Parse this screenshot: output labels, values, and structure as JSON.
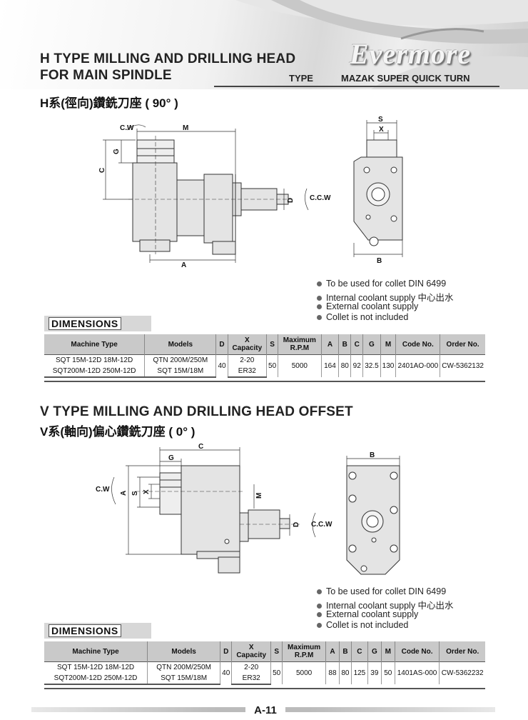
{
  "header": {
    "title_line1": "H TYPE MILLING AND DRILLING HEAD",
    "title_line2": "FOR MAIN SPINDLE",
    "logo": "Evermore",
    "type_label": "TYPE",
    "type_value": "MAZAK SUPER QUICK TURN"
  },
  "h_section": {
    "cn_title": "H系(徑向)鑽銑刀座 ( 90° )",
    "drawing_labels": {
      "cw": "C.W",
      "m": "M",
      "g": "G",
      "c": "C",
      "d": "D",
      "ccw": "C.C.W",
      "a": "A",
      "s": "S",
      "x": "X",
      "b": "B"
    },
    "notes": [
      "To be used for collet DIN 6499",
      "Internal coolant supply 中心出水",
      "External coolant supply",
      "Collet is not included"
    ],
    "dimensions_label": "DIMENSIONS",
    "table": {
      "headers": [
        "Machine Type",
        "Models",
        "D",
        "X\nCapacity",
        "S",
        "Maximum\nR.P.M",
        "A",
        "B",
        "C",
        "G",
        "M",
        "Code No.",
        "Order No."
      ],
      "machine_types": [
        "SQT 15M-12D  18M-12D",
        "SQT200M-12D  250M-12D"
      ],
      "models": [
        "QTN 200M/250M",
        "SQT 15M/18M"
      ],
      "capacity": [
        "2-20",
        "ER32"
      ],
      "d": "40",
      "s": "50",
      "rpm": "5000",
      "a": "164",
      "b": "80",
      "c": "92",
      "g": "32.5",
      "m": "130",
      "code": "2401AO-000",
      "order": "CW-5362132"
    }
  },
  "v_section": {
    "title": "V TYPE MILLING AND DRILLING HEAD OFFSET",
    "cn_title": "V系(軸向)偏心鑽銑刀座 ( 0° )",
    "drawing_labels": {
      "c": "C",
      "g": "G",
      "cw": "C.W",
      "a": "A",
      "s": "S",
      "x": "X",
      "m": "M",
      "d": "D",
      "ccw": "C.C.W",
      "b": "B"
    },
    "notes": [
      "To be used for collet DIN 6499",
      "Internal coolant supply 中心出水",
      "External coolant supply",
      "Collet is not included"
    ],
    "dimensions_label": "DIMENSIONS",
    "table": {
      "headers": [
        "Machine Type",
        "Models",
        "D",
        "X\nCapacity",
        "S",
        "Maximum\nR.P.M",
        "A",
        "B",
        "C",
        "G",
        "M",
        "Code No.",
        "Order No."
      ],
      "machine_types": [
        "SQT 15M-12D  18M-12D",
        "SQT200M-12D  250M-12D"
      ],
      "models": [
        "QTN 200M/250M",
        "SQT 15M/18M"
      ],
      "capacity": [
        "2-20",
        "ER32"
      ],
      "d": "40",
      "s": "50",
      "rpm": "5000",
      "a": "88",
      "b": "80",
      "c": "125",
      "g": "39",
      "m": "50",
      "code": "1401AS-000",
      "order": "CW-5362232"
    }
  },
  "footer": {
    "page": "A-11"
  },
  "colors": {
    "body_fill": "#e4e4e4",
    "line": "#333333",
    "table_header": "#c9c9c9"
  }
}
